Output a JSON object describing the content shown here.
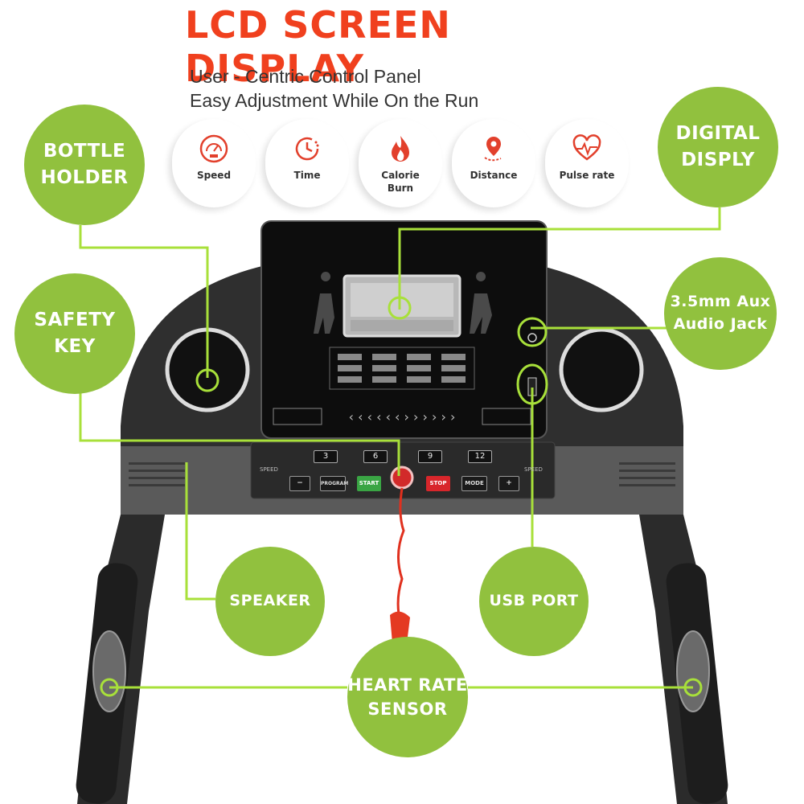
{
  "header": {
    "title": "LCD SCREEN DISPLAY",
    "subtitle_line1": "User - Centric  Control Panel",
    "subtitle_line2": "Easy Adjustment While On the Run"
  },
  "features": [
    {
      "label": "Speed",
      "icon": "speedometer-icon"
    },
    {
      "label": "Time",
      "icon": "clock-icon"
    },
    {
      "label_line1": "Calorie",
      "label_line2": "Burn",
      "icon": "flame-icon"
    },
    {
      "label": "Distance",
      "icon": "map-pin-icon"
    },
    {
      "label": "Pulse rate",
      "icon": "heart-pulse-icon"
    }
  ],
  "callouts": {
    "bottle_holder": {
      "line1": "BOTTLE",
      "line2": "HOLDER"
    },
    "safety_key": {
      "line1": "SAFETY",
      "line2": "KEY"
    },
    "digital_display": {
      "line1": "DIGITAL",
      "line2": "DISPLY"
    },
    "aux_jack": {
      "line1": "3.5mm Aux",
      "line2": "Audio Jack"
    },
    "speaker": {
      "line1": "SPEAKER"
    },
    "usb_port": {
      "line1": "USB PORT"
    },
    "heart_rate": {
      "line1": "HEART RATE",
      "line2": "SENSOR"
    }
  },
  "console": {
    "speed_label_left": "SPEED",
    "speed_label_right": "SPEED",
    "quick_speeds": [
      "3",
      "6",
      "9",
      "12"
    ],
    "buttons": {
      "minus": "−",
      "program": "PROGRAM",
      "start": "START",
      "stop": "STOP",
      "mode": "MODE",
      "plus": "+"
    }
  },
  "colors": {
    "title": "#f0401e",
    "accent_green": "#91c13e",
    "callout_line": "#a8e03a",
    "icon_red": "#e2402c"
  }
}
